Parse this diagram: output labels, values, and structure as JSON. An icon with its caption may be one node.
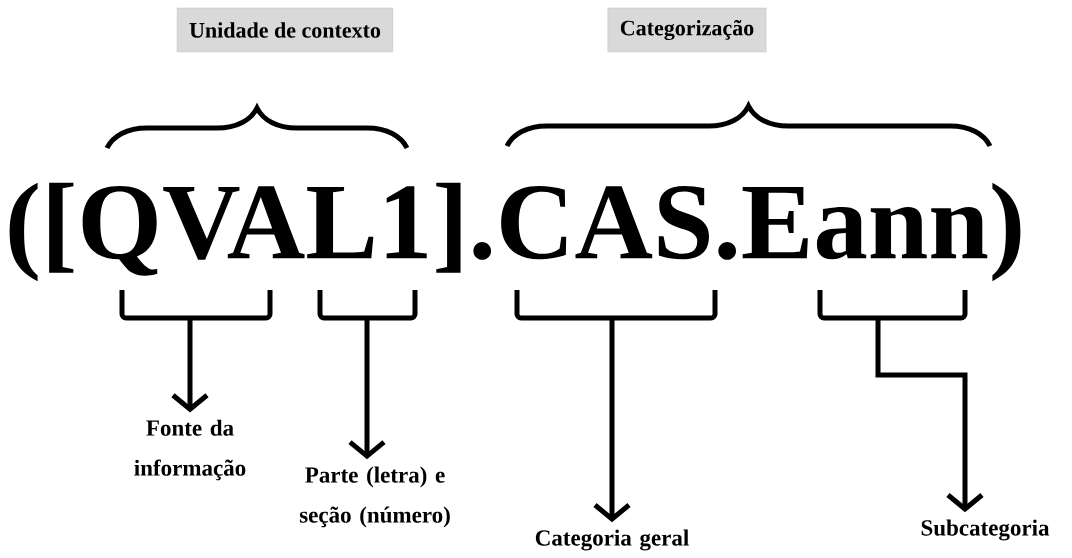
{
  "diagram": {
    "nodes": [
      {
        "text": [
          "Unidade de contexto"
        ]
      },
      {
        "text": [
          "Categorização"
        ]
      },
      {
        "text": [],
        "shape": "bracket"
      },
      {
        "text": [],
        "shape": "bracket"
      },
      {
        "text": [],
        "shape": "bracket"
      },
      {
        "text": [],
        "shape": "bracket"
      },
      {
        "text": [
          "Fonte da informação"
        ]
      },
      {
        "text": [
          "Parte (letra) e seção (número)"
        ]
      },
      {
        "text": [
          "Categoria geral"
        ]
      },
      {
        "text": [
          "Subcategoria"
        ]
      }
    ],
    "edges": [
      {
        "from": 2,
        "to": 6,
        "arrow": "to"
      },
      {
        "from": 3,
        "to": 7,
        "arrow": "to"
      },
      {
        "from": 4,
        "to": 8,
        "arrow": "to"
      },
      {
        "from": 5,
        "to": 9,
        "arrow": "to"
      }
    ],
    "labels": [
      "([QVAL1].CAS.Eann)"
    ]
  }
}
